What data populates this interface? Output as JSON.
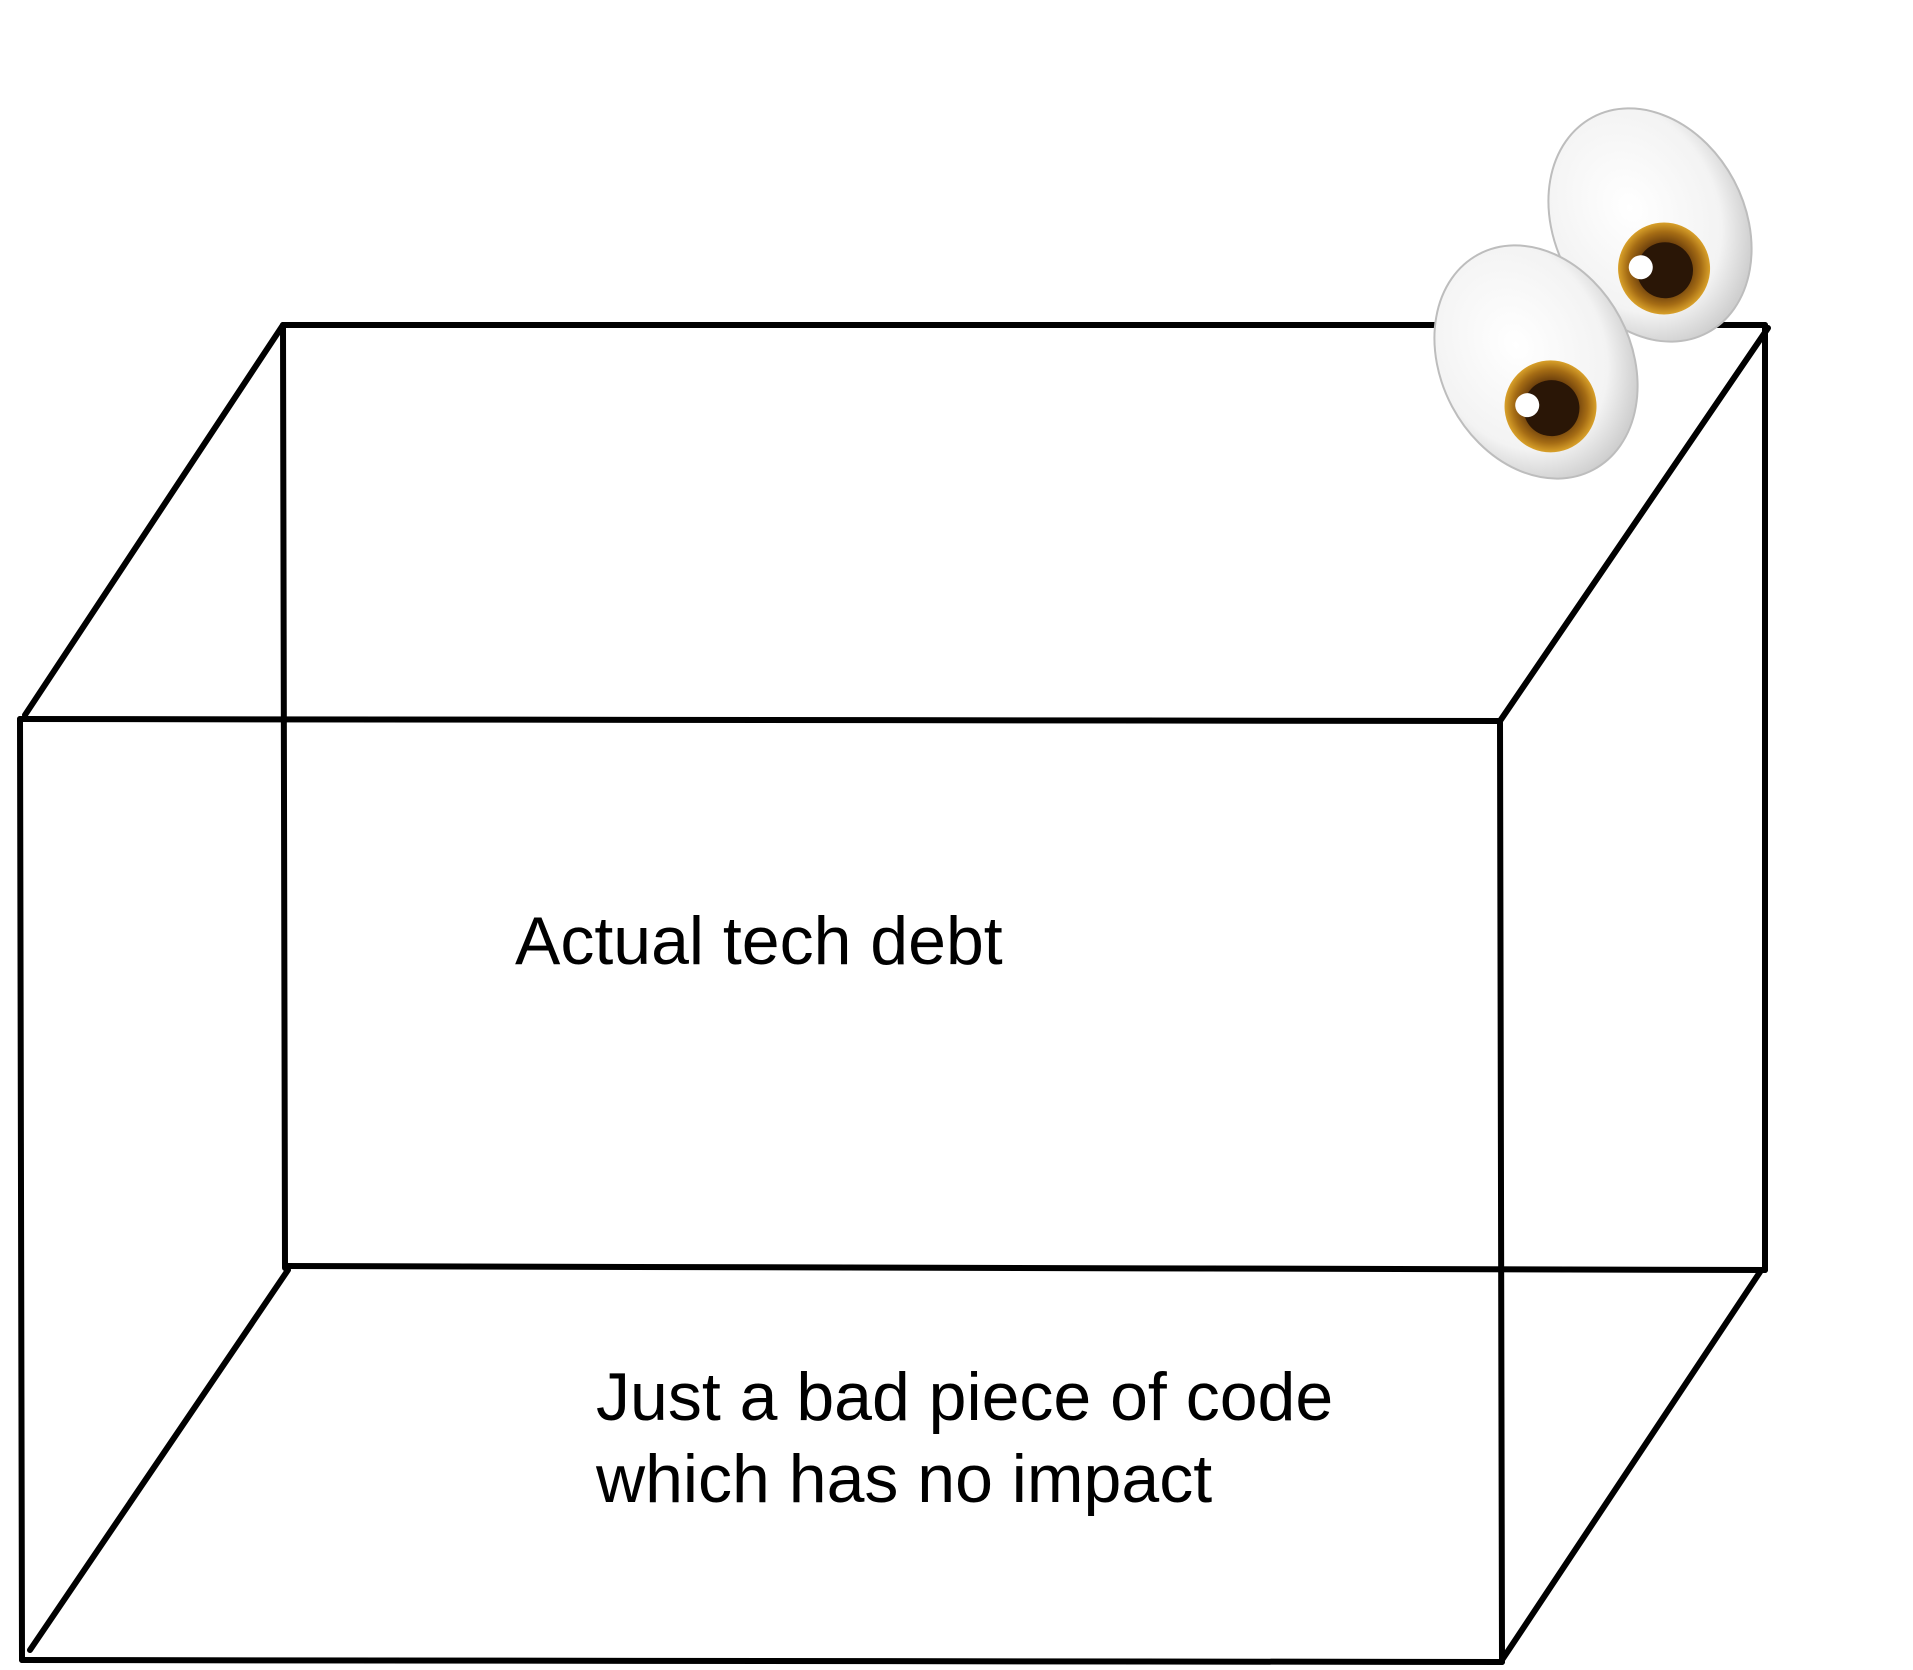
{
  "labels": {
    "actual_tech_debt": "Actual tech debt",
    "bad_code_line1": "Just a bad piece of code",
    "bad_code_line2": "which has no impact"
  },
  "decoration": {
    "icon": "eyes-emoji",
    "colors": {
      "line": "#000000",
      "background": "#ffffff",
      "iris": "#8a5a12",
      "iris_ring": "#c98f1b",
      "pupil": "#2a1606"
    }
  }
}
